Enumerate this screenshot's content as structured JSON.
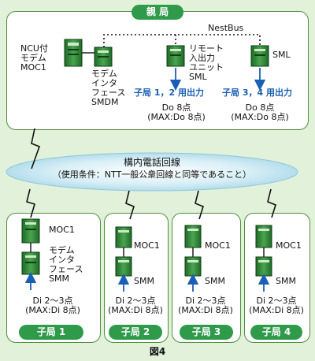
{
  "parent": {
    "title": "親 局",
    "bus_label": "NestBus",
    "ncu_label": "NCU付\nモデム\nMOC1",
    "smdm_label": "モデム\nインタ\nフェース\nSMDM",
    "remote_label": "リモート\n入出力\nユニット\nSML",
    "sml_label": "SML",
    "out12_label": "子局 1，2 用出力",
    "out34_label": "子局 3，4 用出力",
    "do12_label": "Do 8点\n(MAX:Do 8点)",
    "do34_label": "Do 8点\n(MAX:Do 8点)"
  },
  "network": {
    "line1": "構内電話回線",
    "line2": "（使用条件：NTT一般公衆回線と同等であること）"
  },
  "children": [
    {
      "title": "子局 1",
      "moc": "MOC1",
      "smm": "モデム\nインタ\nフェース\nSMM",
      "di": "Di 2～3点\n(MAX:Di 8点)"
    },
    {
      "title": "子局 2",
      "moc": "MOC1",
      "smm": "SMM",
      "di": "Di 2～3点\n(MAX:Di 8点)"
    },
    {
      "title": "子局 3",
      "moc": "MOC1",
      "smm": "SMM",
      "di": "Di 2～3点\n(MAX:Di 8点)"
    },
    {
      "title": "子局 4",
      "moc": "MOC1",
      "smm": "SMM",
      "di": "Di 2～3点\n(MAX:Di 8点)"
    }
  ],
  "caption": "図4",
  "colors": {
    "background": "#e2f1da",
    "panel_border": "#4f8f3c",
    "title_pill": "#2f9a4a",
    "device_green": "#2e7d32",
    "arrow_blue": "#1a5fb4",
    "cloud_blue": "#bfe3ef"
  }
}
